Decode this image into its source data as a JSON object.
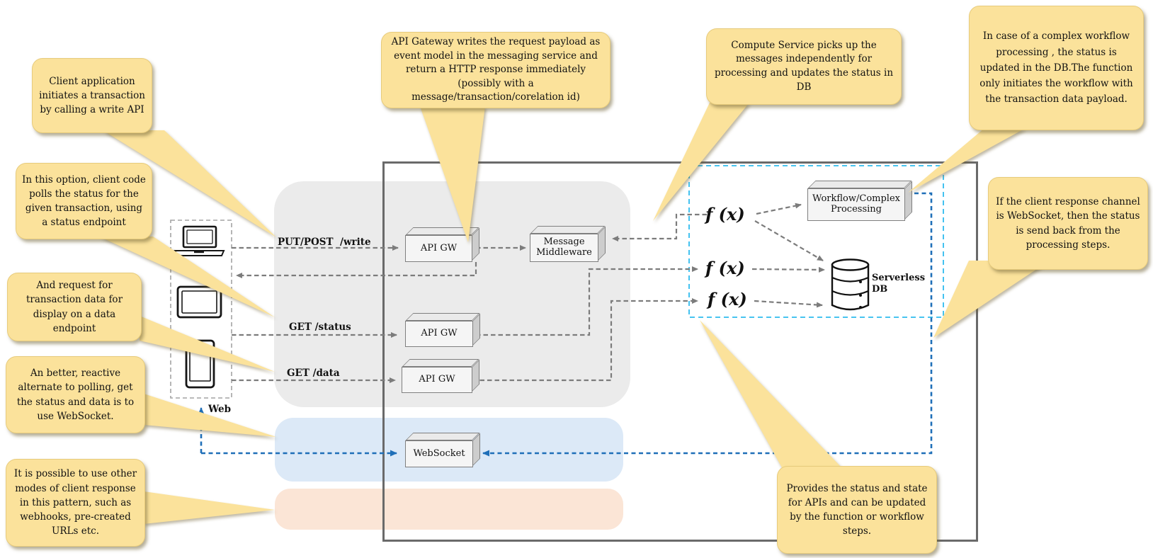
{
  "callouts": [
    {
      "id": "client-initiates",
      "text": "Client application initiates a transaction by calling a write API"
    },
    {
      "id": "polling-status",
      "text": "In this option, client code polls the status for the given transaction, using a status endpoint"
    },
    {
      "id": "request-data",
      "text": "And request for transaction data for display on a data endpoint"
    },
    {
      "id": "websocket-alternate",
      "text": "An better, reactive alternate to polling, get the status and data is to use WebSocket."
    },
    {
      "id": "other-modes",
      "text": "It is possible to use other modes of client response in this pattern, such as webhooks, pre-created URLs etc."
    },
    {
      "id": "api-gateway-writes",
      "text": "API Gateway writes the request payload as event model in the messaging service and return a HTTP response immediately (possibly with a message/transaction/corelation id)"
    },
    {
      "id": "compute-picks-up",
      "text": "Compute Service picks up the messages independently for processing and updates the status in DB"
    },
    {
      "id": "complex-workflow",
      "text": "In case of a complex workflow processing , the status is updated in the DB.The function only initiates the workflow with the transaction data payload."
    },
    {
      "id": "websocket-response",
      "text": "If the client response channel is WebSocket, then the status is send back from the processing steps."
    },
    {
      "id": "provides-status",
      "text": "Provides the status and state for APIs and can be updated by the function or workflow steps."
    }
  ],
  "edge_labels": {
    "write": "PUT/POST  /write",
    "status": "GET /status",
    "data": "GET /data"
  },
  "nodes": {
    "api_gw": "API GW",
    "message_middleware": "Message Middleware",
    "websocket": "WebSocket",
    "workflow": "Workflow/Complex Processing",
    "serverless_db": "Serverless DB",
    "function": "f (x)",
    "web_group": "Web"
  },
  "icons": [
    "laptop-icon",
    "tablet-icon",
    "smartphone-icon",
    "database-cylinder-icon"
  ],
  "colors": {
    "callout_fill": "#fbe29b",
    "panel_gray": "#ebebeb",
    "panel_blue": "#dce9f7",
    "panel_orange": "#fbe5d6",
    "frame_border": "#6a6a6a",
    "arrow_gray": "#7c7c7c",
    "arrow_blue": "#1f6fb8",
    "dashed_cyan": "#2fbcee"
  }
}
